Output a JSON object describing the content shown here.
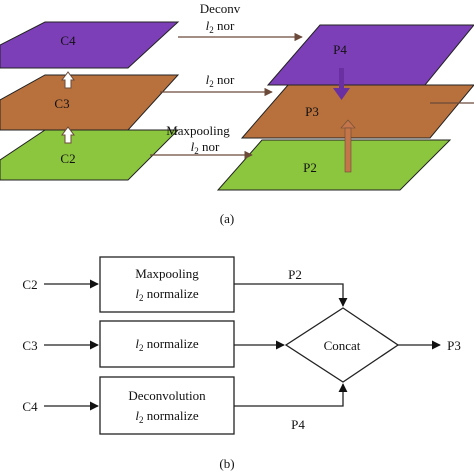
{
  "panel_a": {
    "caption": "(a)",
    "left": {
      "c4": "C4",
      "c3": "C3",
      "c2": "C2"
    },
    "right": {
      "p4": "P4",
      "p3": "P3",
      "p2": "P2"
    },
    "connections": {
      "top_line1": "Deconv",
      "top_line2": "nor",
      "middle": "nor",
      "bottom_line1": "Maxpooling",
      "bottom_line2": "nor",
      "l_letter": "l",
      "l_sub": "2"
    },
    "colors": {
      "purple": "#7d3fb8",
      "orange": "#b8713d",
      "green": "#8cc63f",
      "brown_line": "#6b4a3a",
      "purple_arrow": "#6a2fa0",
      "orange_arrow": "#c4764a"
    }
  },
  "panel_b": {
    "caption": "(b)",
    "inputs": {
      "c2": "C2",
      "c3": "C3",
      "c4": "C4"
    },
    "box1": {
      "line1": "Maxpooling",
      "norm": "normalize"
    },
    "box2": {
      "norm": "normalize"
    },
    "box3": {
      "line1": "Deconvolution",
      "norm": "normalize"
    },
    "l_letter": "l",
    "l_sub": "2",
    "p2": "P2",
    "p4": "P4",
    "concat": "Concat",
    "output": "P3"
  }
}
